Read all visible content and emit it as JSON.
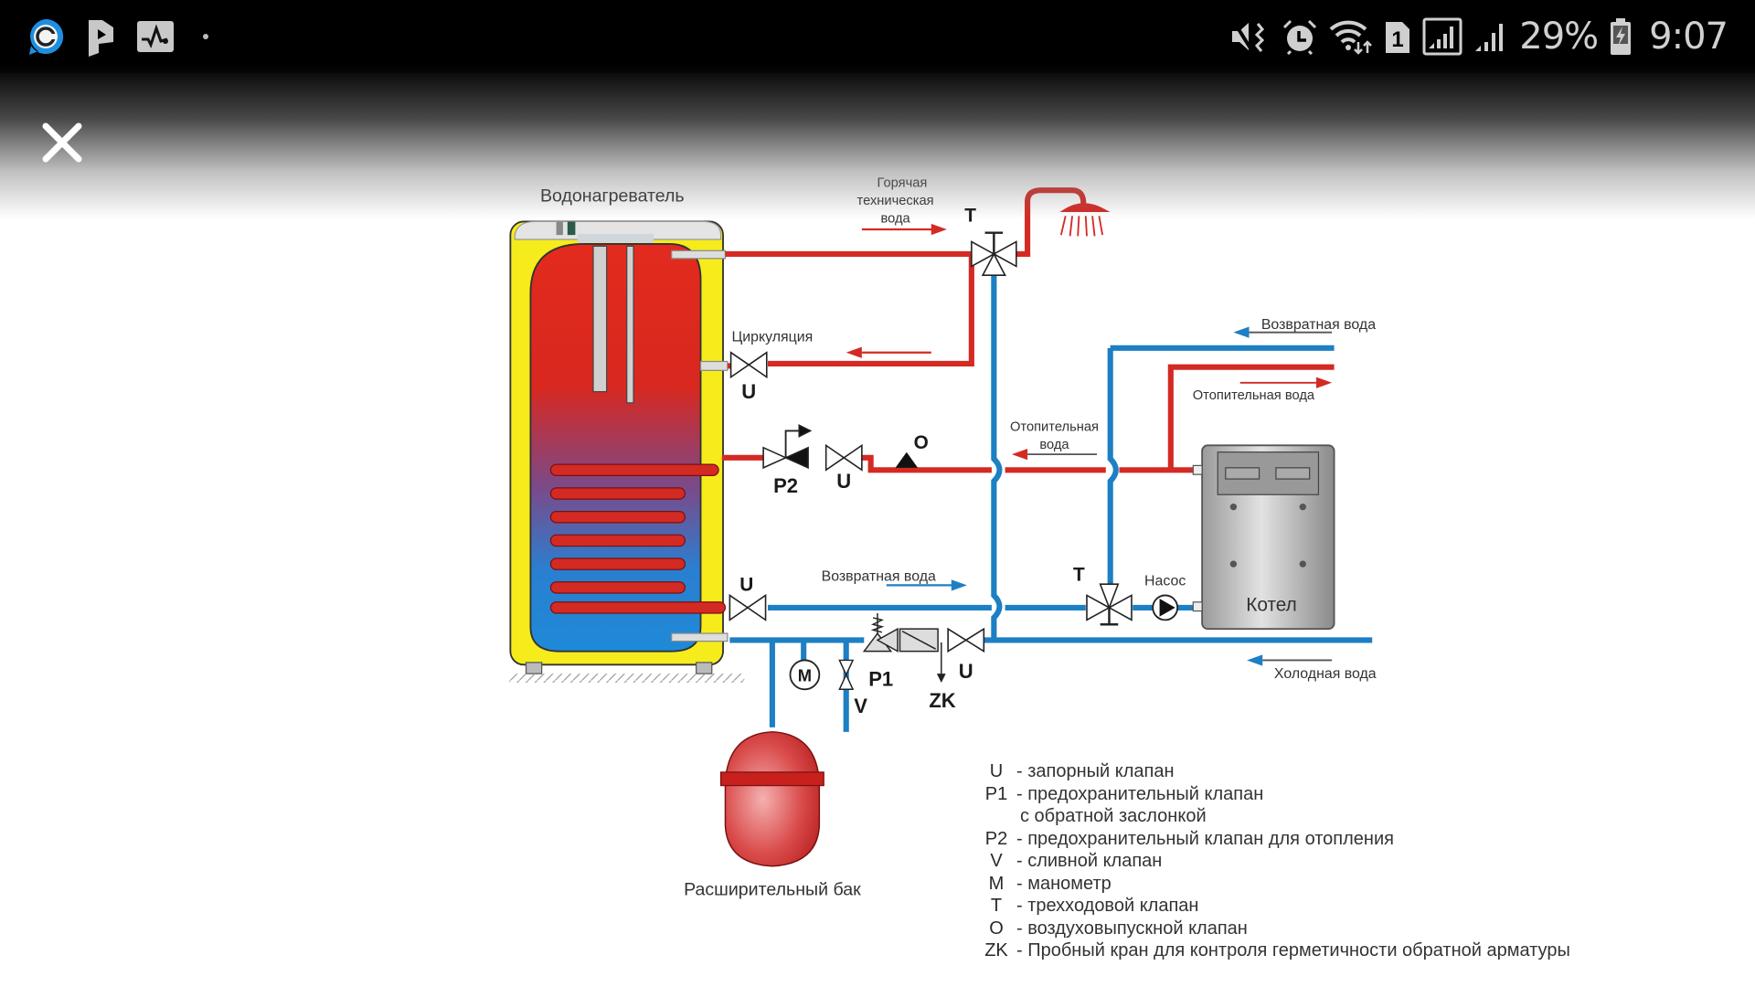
{
  "status_bar": {
    "left_icons": [
      "app-c-icon",
      "app-p-icon",
      "activity-monitor-icon",
      "notification-dot-icon"
    ],
    "right_icons": [
      "mute-vibrate-icon",
      "alarm-icon",
      "wifi-data-icon",
      "sim-1-icon",
      "signal-sim1-icon",
      "signal-sim2-icon"
    ],
    "battery_percent": "29%",
    "battery_icon": "battery-charging-icon",
    "time": "9:07"
  },
  "viewer": {
    "close_icon": "close-icon"
  },
  "diagram": {
    "title_heater": "Водонагреватель",
    "hot_water_label": [
      "Горячая",
      "техническая",
      "вода"
    ],
    "circulation_label": "Циркуляция",
    "return_water_top": "Возвратная  вода",
    "heating_water_right": "Отопительная вода",
    "heating_water_mid": [
      "Отопительная",
      "вода"
    ],
    "return_water_mid": "Возвратная  вода",
    "pump_label": "Насос",
    "boiler_label": "Котел",
    "cold_water_label": "Холодная вода",
    "expansion_tank_label": "Расширительный бак",
    "markers": {
      "T_top": "T",
      "U_circ": "U",
      "P2": "P2",
      "U_heat": "U",
      "O": "O",
      "U_return": "U",
      "T_boiler": "T",
      "M": "M",
      "P1": "P1",
      "V": "V",
      "U_cold": "U",
      "ZK": "ZK"
    },
    "colors": {
      "hot_pipe": "#d42a24",
      "cold_pipe": "#1d7fc4",
      "tank_shell": "#f6ec1c",
      "boiler_body": "#b8b8b8"
    }
  },
  "legend": [
    {
      "code": "U",
      "desc": "- запорный клапан"
    },
    {
      "code": "P1",
      "desc": "- предохранительный клапан",
      "cont": "с обратной заслонкой"
    },
    {
      "code": "P2",
      "desc": "- предохранительный клапан для отопления"
    },
    {
      "code": "V",
      "desc": "- сливной клапан"
    },
    {
      "code": "M",
      "desc": "- манометр"
    },
    {
      "code": "T",
      "desc": "- трехходовой клапан"
    },
    {
      "code": "O",
      "desc": "- воздуховыпускной клапан"
    },
    {
      "code": "ZK",
      "desc": "- Пробный кран для контроля герметичности обратной арматуры"
    }
  ]
}
